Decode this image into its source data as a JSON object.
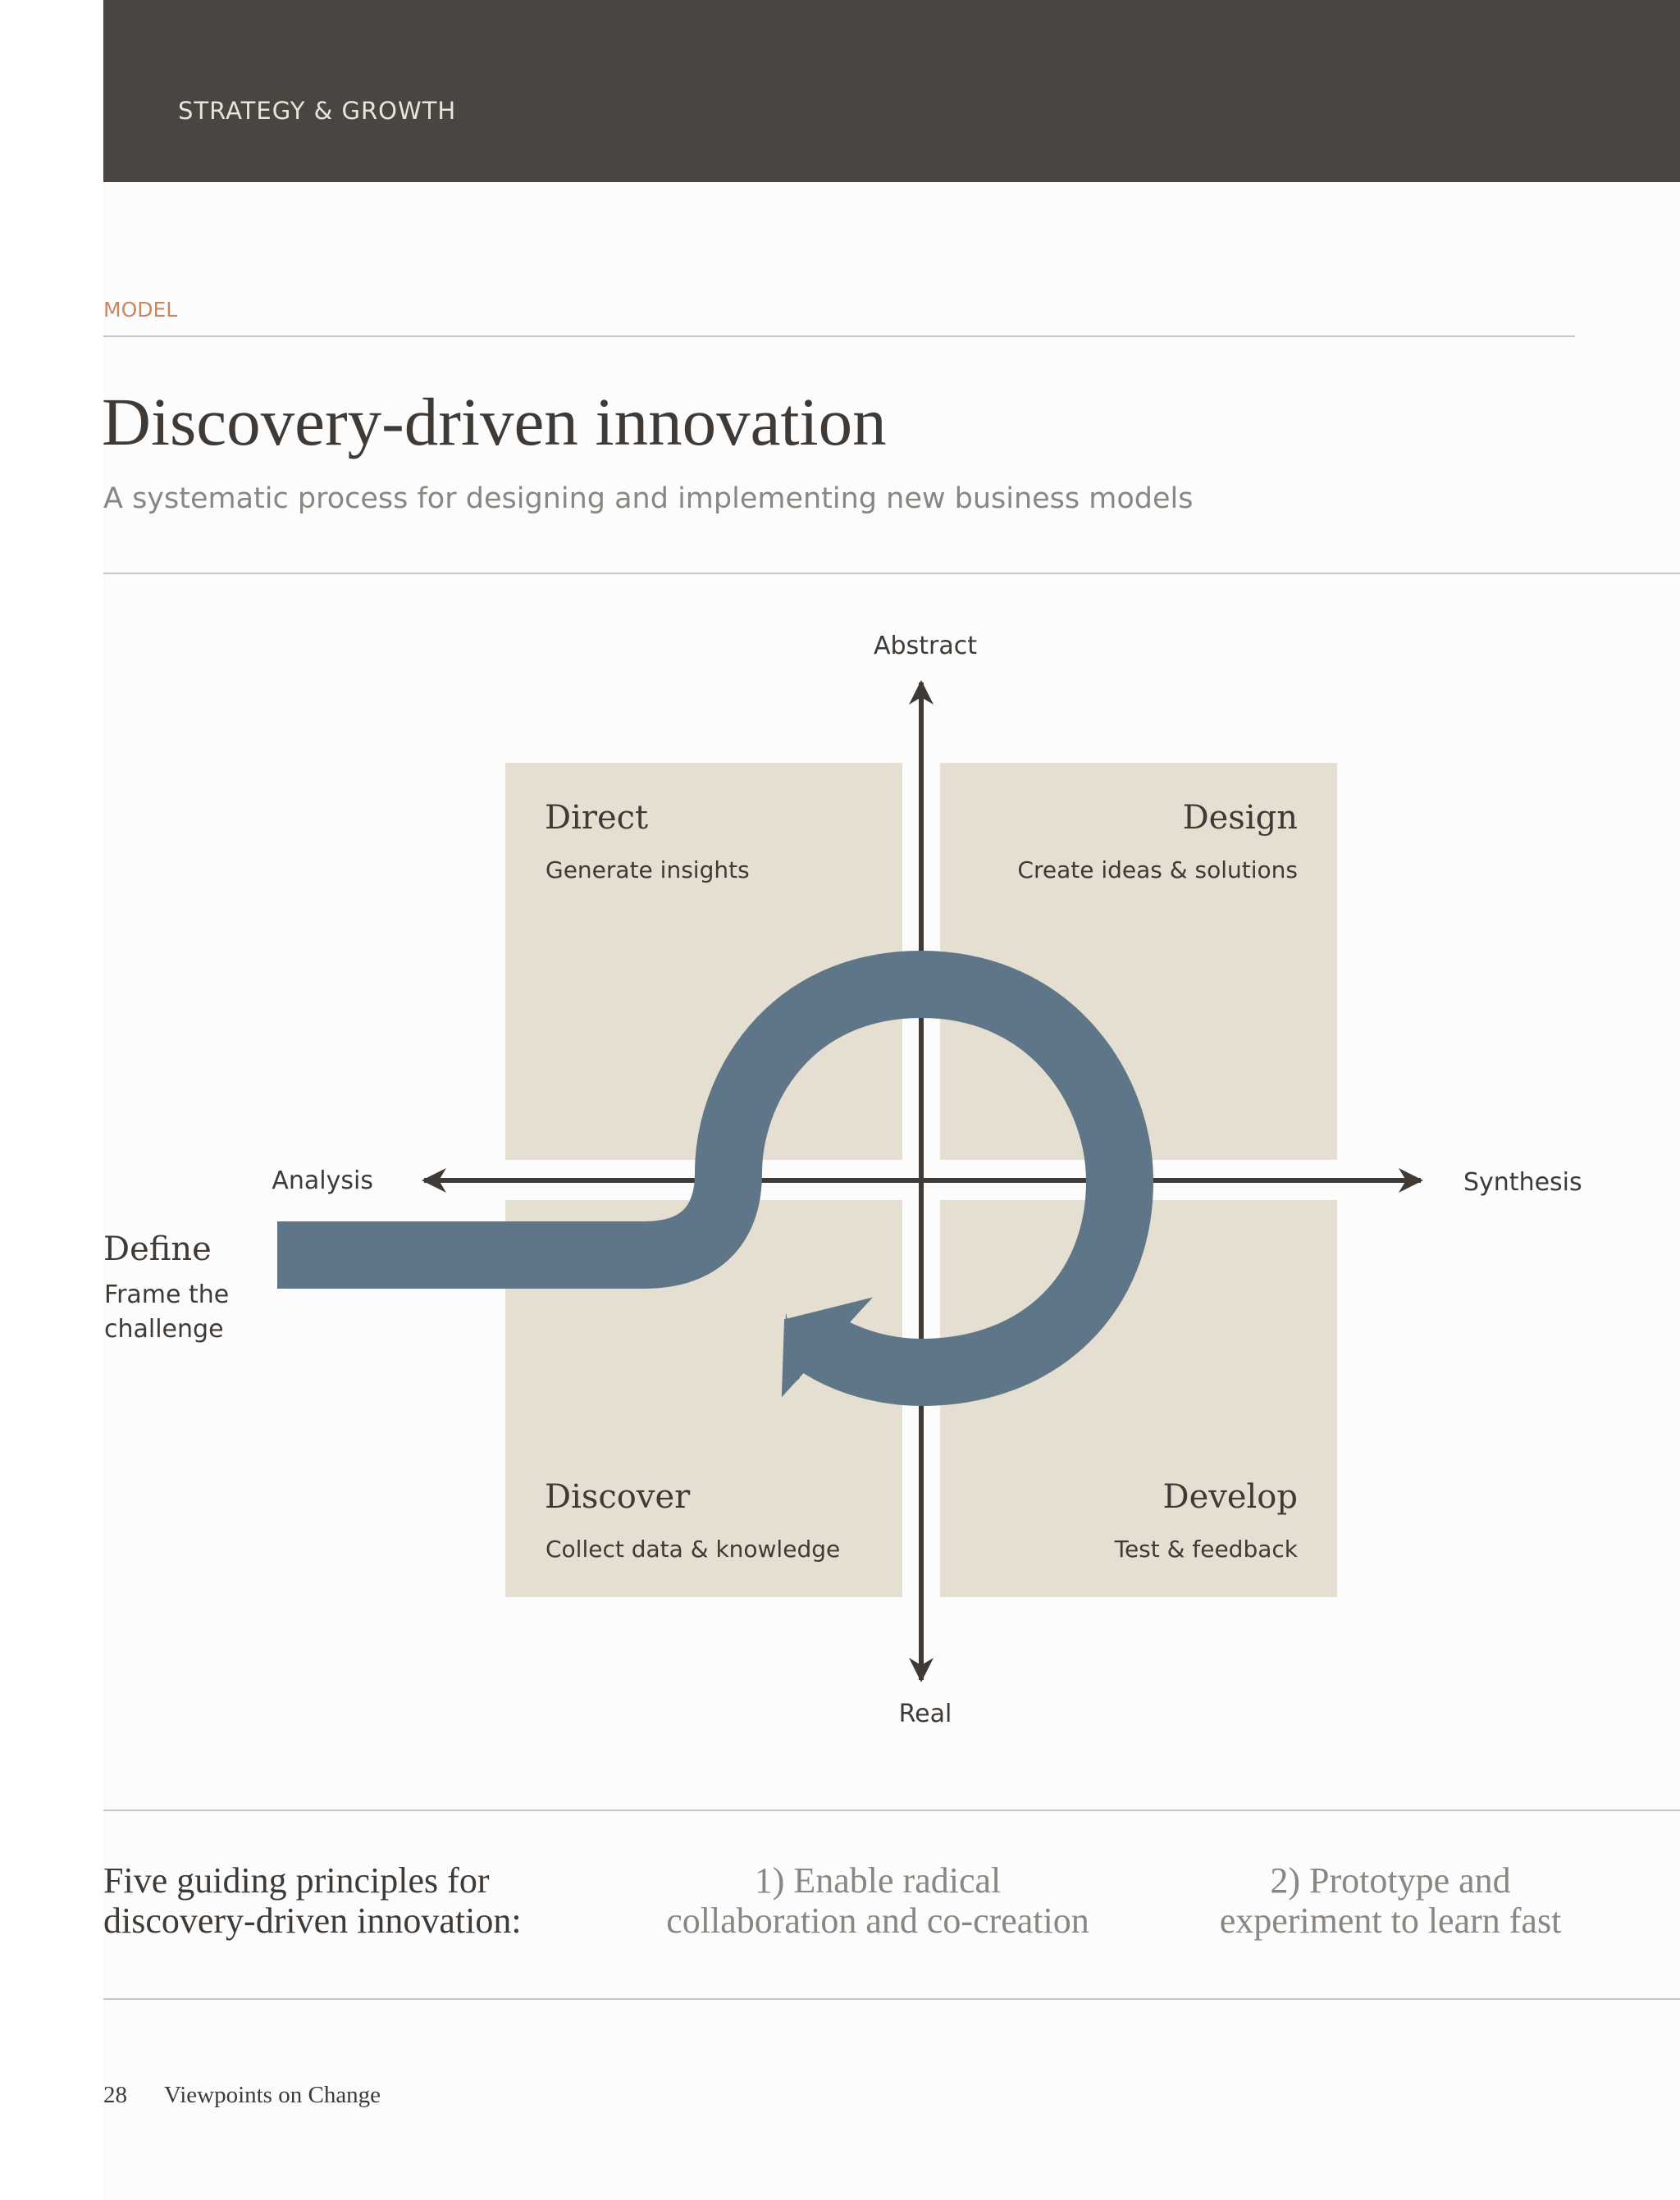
{
  "header": {
    "section": "STRATEGY & GROWTH"
  },
  "article": {
    "kicker": "MODEL",
    "title": "Discovery-driven innovation",
    "subtitle": "A systematic process for designing and implementing new business models"
  },
  "diagram": {
    "axes": {
      "top": "Abstract",
      "bottom": "Real",
      "left": "Analysis",
      "right": "Synthesis"
    },
    "start": {
      "title": "Define",
      "desc_line1": "Frame the",
      "desc_line2": "challenge"
    },
    "quadrants": {
      "direct": {
        "title": "Direct",
        "desc": "Generate insights"
      },
      "design": {
        "title": "Design",
        "desc": "Create ideas & solutions"
      },
      "discover": {
        "title": "Discover",
        "desc": "Collect data & knowledge"
      },
      "develop": {
        "title": "Develop",
        "desc": "Test & feedback"
      }
    },
    "colors": {
      "quadrant_fill": "#e4dfd0",
      "arrow_fill": "#5f7689",
      "axis": "#3f3a36"
    }
  },
  "principles": {
    "heading_line1": "Five guiding principles for",
    "heading_line2": "discovery-driven innovation:",
    "items": [
      {
        "line1": "1) Enable radical",
        "line2": "collaboration and co-creation"
      },
      {
        "line1": "2) Prototype and",
        "line2": "experiment to learn fast"
      }
    ]
  },
  "footer": {
    "page_number": "28",
    "publication": "Viewpoints on Change"
  }
}
